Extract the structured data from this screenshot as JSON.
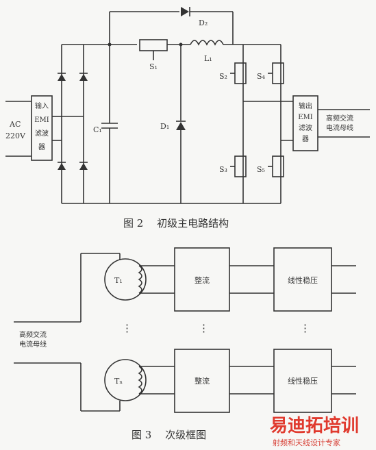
{
  "fig2": {
    "caption": "图 2 　初级主电路结构",
    "ac_label": "AC",
    "voltage_label": "220V",
    "input_emi_label": "输入EMI滤波器",
    "output_emi_label": "输出EMI滤波器",
    "hf_bus_label": "高频交流电流母线",
    "c1_label": "C₁",
    "d1_label": "D₁",
    "d2_label": "D₂",
    "l1_label": "L₁",
    "s1_label": "S₁",
    "s2_label": "S₂",
    "s3_label": "S₃",
    "s4_label": "S₄",
    "s5_label": "S₅"
  },
  "fig3": {
    "caption": "图 3 　次级框图",
    "bus_label": "高频交流电流母线",
    "t1_label": "T₁",
    "tn_label": "Tₙ",
    "rect1_label": "整流",
    "rectn_label": "整流",
    "reg1_label": "线性稳压",
    "regn_label": "线性稳压",
    "ellipsis": "⋮"
  },
  "watermark": {
    "brand": "易迪拓培训",
    "tagline": "射频和天线设计专家"
  }
}
